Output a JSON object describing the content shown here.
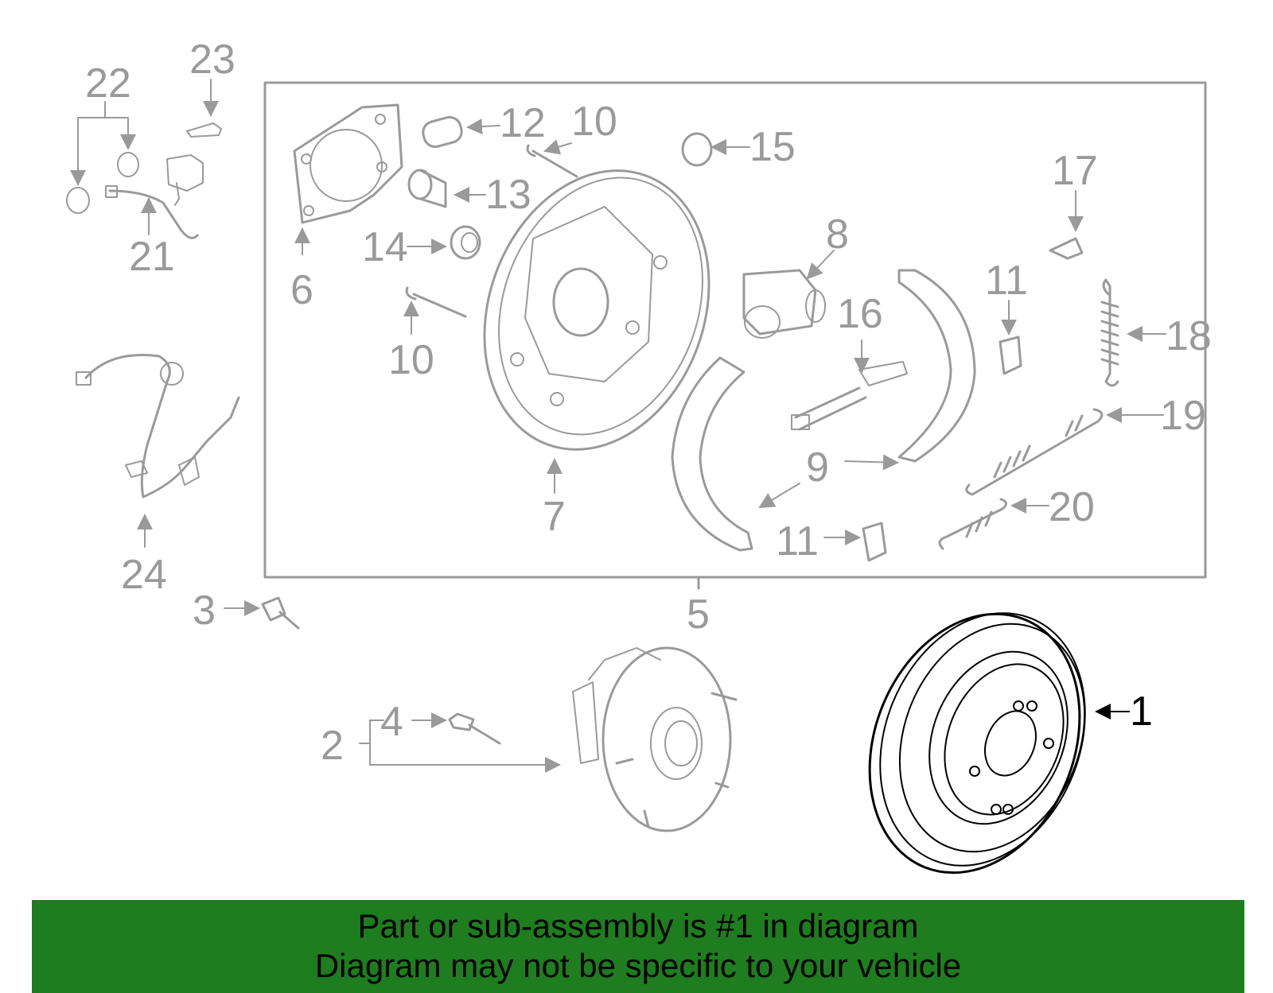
{
  "callouts": {
    "c1": "1",
    "c2": "2",
    "c3": "3",
    "c4": "4",
    "c5": "5",
    "c6": "6",
    "c7": "7",
    "c8": "8",
    "c9": "9",
    "c10a": "10",
    "c10b": "10",
    "c11a": "11",
    "c11b": "11",
    "c12": "12",
    "c13": "13",
    "c14": "14",
    "c15": "15",
    "c16": "16",
    "c17": "17",
    "c18": "18",
    "c19": "19",
    "c20": "20",
    "c21": "21",
    "c22": "22",
    "c23": "23",
    "c24": "24"
  },
  "highlighted_part": "1",
  "colors": {
    "parts_gray": "#9a9a9a",
    "highlight": "#000000",
    "banner_bg": "#1e7d1e"
  },
  "banner": {
    "line1": "Part or sub-assembly is #1 in diagram",
    "line2": "Diagram may not be specific to your vehicle"
  }
}
